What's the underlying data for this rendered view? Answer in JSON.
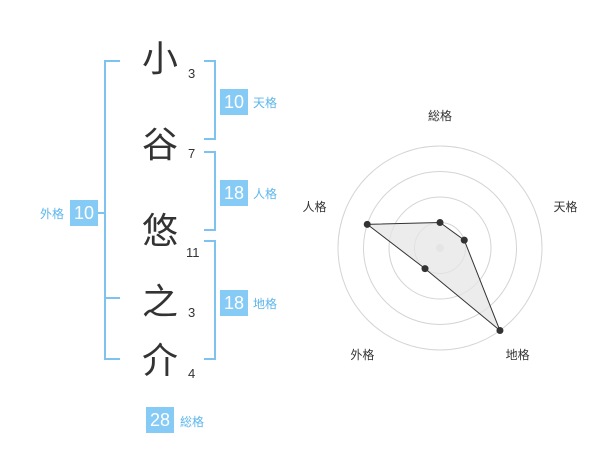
{
  "name": {
    "chars": [
      {
        "char": "小",
        "strokes": "3"
      },
      {
        "char": "谷",
        "strokes": "7"
      },
      {
        "char": "悠",
        "strokes": "11"
      },
      {
        "char": "之",
        "strokes": "3"
      },
      {
        "char": "介",
        "strokes": "4"
      }
    ]
  },
  "fortunes": {
    "tenkaku": {
      "value": "10",
      "label": "天格"
    },
    "jinkaku": {
      "value": "18",
      "label": "人格"
    },
    "chikaku": {
      "value": "18",
      "label": "地格"
    },
    "gaikaku": {
      "value": "10",
      "label": "外格"
    },
    "soukaku": {
      "value": "28",
      "label": "総格"
    }
  },
  "colors": {
    "accent": "#86cbf5",
    "bracket": "#7ec3f0",
    "text": "#333333",
    "radar_fill": "#e6e6e6"
  },
  "chart_data": {
    "type": "radar",
    "axes": [
      "総格",
      "天格",
      "地格",
      "外格",
      "人格"
    ],
    "rings": 4,
    "values": [
      1,
      1,
      4,
      1,
      3
    ],
    "max": 4
  }
}
